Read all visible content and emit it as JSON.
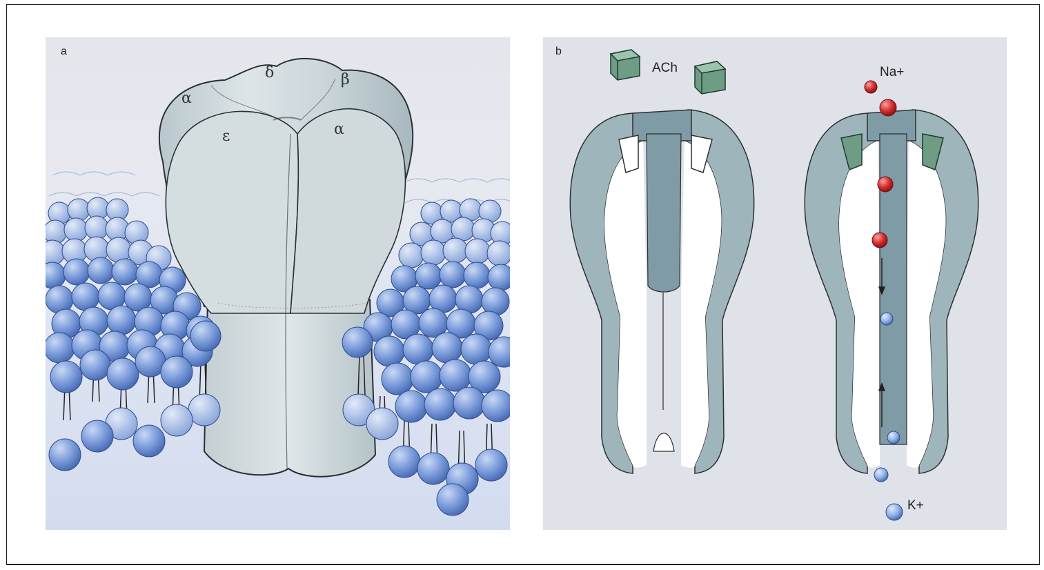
{
  "panels": {
    "a": {
      "label": "a",
      "subunits": {
        "alpha_left": "α",
        "delta": "δ",
        "beta": "β",
        "epsilon": "ε",
        "alpha_right": "α"
      }
    },
    "b": {
      "label": "b",
      "ligand": "ACh",
      "ion_in": "Na+",
      "ion_out": "K+"
    }
  },
  "colors": {
    "receptor_fill": "#cfd9dd",
    "receptor_dark": "#7f9ca6",
    "channel_gray": "#9fb5bc",
    "lipid_blue": "#7f9fdc",
    "ach_green": "#6f9c84",
    "sodium_red": "#d52b2b",
    "potassium_blue": "#8fb0e6"
  },
  "icons": [
    "lipid-head-icon",
    "ach-molecule-icon",
    "sodium-ion-icon",
    "potassium-ion-icon",
    "flow-arrow-icon"
  ]
}
